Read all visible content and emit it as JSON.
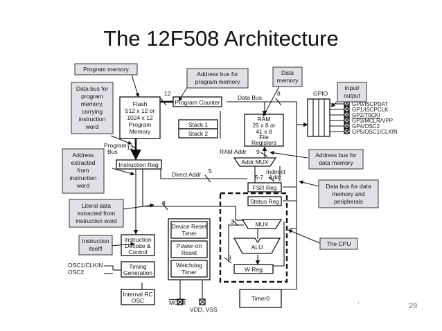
{
  "slide": {
    "title": "The 12F508 Architecture",
    "page_number": "29",
    "footer_dot": "·"
  },
  "blocks": {
    "flash_l1": "Flash",
    "flash_l2": "512 x 12 or",
    "flash_l3": "1024 x 12",
    "flash_l4": "Program",
    "flash_l5": "Memory",
    "program_counter": "Program Counter",
    "stack1": "Stack 1",
    "stack2": "Stack 2",
    "ram_l1": "RAM",
    "ram_l2": "25 x 8 or",
    "ram_l3": "41 x 8",
    "ram_l4": "File",
    "ram_l5": "Registers",
    "instruction_reg": "Instruction Reg",
    "addr_mux": "Addr MUX",
    "fsr_reg": "FSR Reg",
    "status_reg": "Status Reg",
    "mux": "MUX",
    "alu": "ALU",
    "w_reg": "W Reg",
    "decode_l1": "Instruction",
    "decode_l2": "Decode &",
    "decode_l3": "Control",
    "timing_l1": "Timing",
    "timing_l2": "Generation",
    "rc_l1": "Internal RC",
    "rc_l2": "OSC",
    "dev_reset_l1": "Device Reset",
    "dev_reset_l2": "Timer",
    "por_l1": "Power-on",
    "por_l2": "Reset",
    "wdt_l1": "Watchdog",
    "wdt_l2": "Timer",
    "timer0": "Timer0",
    "gpio": "GPIO"
  },
  "labels": {
    "bus_12_top": "12",
    "data_bus": "Data Bus",
    "bus_8_top": "8",
    "program_bus_l1": "Program",
    "program_bus_l2": "Bus",
    "bus_12_mid": "12",
    "ram_addr": "RAM Addr",
    "bus_9": "9",
    "direct_addr": "Direct Addr",
    "bus_5": "5",
    "indirect_l1": "Indirect",
    "indirect_num": "5-7",
    "indirect_l2": "Addr",
    "bus_8_mid": "8",
    "bus_3": "3",
    "bus_8_w": "8",
    "osc1": "OSC1/CLKIN",
    "osc2": "OSC2",
    "mclr": "MCLR",
    "vdd_vss": "VDD, VSS"
  },
  "pins": [
    "GP0/ISCPDAT",
    "GP1/ISCPCLK",
    "GP2/T0CKI",
    "GP3/MCLR/VPP",
    "GP4/OSC2",
    "GP5/OSC1/CLKIN"
  ],
  "callouts": {
    "program_memory": "Program memory",
    "address_bus_program_l1": "Address bus for",
    "address_bus_program_l2": "program memory",
    "data_memory_l1": "Data",
    "data_memory_l2": "memory",
    "data_bus_program_l1": "Data bus for",
    "data_bus_program_l2": "program",
    "data_bus_program_l3": "memory,",
    "data_bus_program_l4": "carrying",
    "data_bus_program_l5": "instruction",
    "data_bus_program_l6": "word",
    "input_output_l1": "Input/",
    "input_output_l2": "output",
    "address_bus_data_l1": "Address bus for",
    "address_bus_data_l2": "data memory",
    "address_extracted_l1": "Address",
    "address_extracted_l2": "extracted",
    "address_extracted_l3": "from",
    "address_extracted_l4": "instruction",
    "address_extracted_l5": "word",
    "data_bus_data_l1": "Data bus for data",
    "data_bus_data_l2": "memory and",
    "data_bus_data_l3": "peripherals",
    "literal_l1": "Literal data",
    "literal_l2": "extracted from",
    "literal_l3": "instruction word",
    "the_cpu": "The CPU",
    "instruction_itself_l1": "Instruction",
    "instruction_itself_l2": "itself!"
  }
}
